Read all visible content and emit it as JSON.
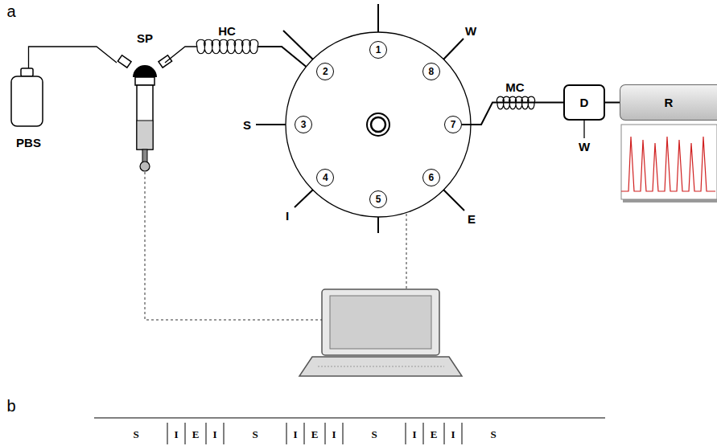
{
  "diagram": {
    "nodes": [
      {
        "text": [
          "PBS"
        ]
      },
      {
        "text": [
          "SP"
        ]
      },
      {
        "text": [
          "1"
        ]
      },
      {
        "text": [
          "2"
        ]
      },
      {
        "text": [
          "3"
        ]
      },
      {
        "text": [
          "4"
        ]
      },
      {
        "text": [
          "5"
        ]
      },
      {
        "text": [
          "6"
        ]
      },
      {
        "text": [
          "7"
        ]
      },
      {
        "text": [
          "8"
        ]
      },
      {
        "text": [
          "D"
        ]
      },
      {
        "text": [
          "R"
        ]
      }
    ],
    "edges": [
      {
        "from": 0,
        "to": 1,
        "arrow": "none"
      },
      {
        "from": 8,
        "to": 10,
        "arrow": "none"
      },
      {
        "from": 10,
        "to": 11,
        "arrow": "none"
      }
    ],
    "labels": [
      "a",
      "b",
      "HC",
      "MC",
      "S",
      "I",
      "E",
      "W",
      "W",
      "S",
      "I",
      "E",
      "I",
      "S",
      "I",
      "E",
      "I",
      "S",
      "I",
      "E",
      "I",
      "S"
    ]
  }
}
